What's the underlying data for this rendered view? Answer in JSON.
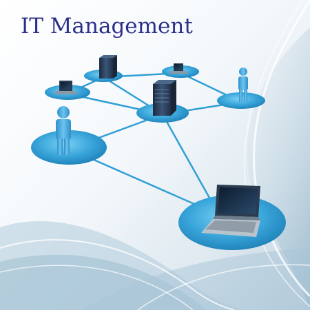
{
  "title": "IT Management",
  "colors": {
    "title_text": "#2c2f8a",
    "node_disc": "#3aa5d8",
    "connector": "#2f9fd6",
    "server": "#2a3c57",
    "person": "#49a6db",
    "background_wave": "#9fc0d3"
  },
  "network_nodes": [
    {
      "name": "laptop-node-top-left",
      "icon": "laptop-icon"
    },
    {
      "name": "server-node-top",
      "icon": "server-icon"
    },
    {
      "name": "laptop-node-top-right",
      "icon": "laptop-icon"
    },
    {
      "name": "server-node-center",
      "icon": "server-icon"
    },
    {
      "name": "person-node-right",
      "icon": "person-icon"
    },
    {
      "name": "person-node-left",
      "icon": "person-icon"
    },
    {
      "name": "laptop-node-large",
      "icon": "laptop-icon"
    }
  ]
}
